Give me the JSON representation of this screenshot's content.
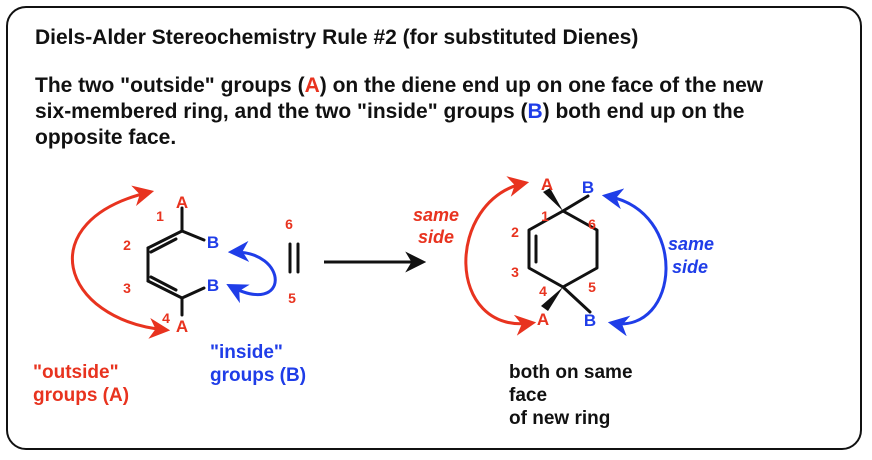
{
  "title": "Diels-Alder Stereochemistry Rule #2 (for substituted Dienes)",
  "description": {
    "part1": "The two \"outside\" groups (",
    "letter_a": "A",
    "part2": ") on the diene end up on one face of the new",
    "part3": "six-membered ring, and the two \"inside\" groups (",
    "letter_b": "B",
    "part4": ") both end up on the",
    "part5": "opposite face."
  },
  "diene": {
    "atom_labels": [
      "1",
      "2",
      "3",
      "4"
    ],
    "outside_group": "A",
    "inside_group": "B",
    "outside_caption": [
      "\"outside\"",
      "groups (A)"
    ],
    "inside_caption": [
      "\"inside\"",
      "groups (B)"
    ]
  },
  "dienophile": {
    "atom_labels": [
      "6",
      "5"
    ]
  },
  "product": {
    "atom_labels": [
      "1",
      "2",
      "3",
      "4",
      "5",
      "6"
    ],
    "group_a": "A",
    "group_b": "B",
    "same_side_left": [
      "same",
      "side"
    ],
    "same_side_right": [
      "same",
      "side"
    ],
    "caption": [
      "both on same",
      "face",
      "of new ring"
    ]
  },
  "colors": {
    "red": "#e8331f",
    "blue": "#1f3de8",
    "black": "#111111"
  }
}
